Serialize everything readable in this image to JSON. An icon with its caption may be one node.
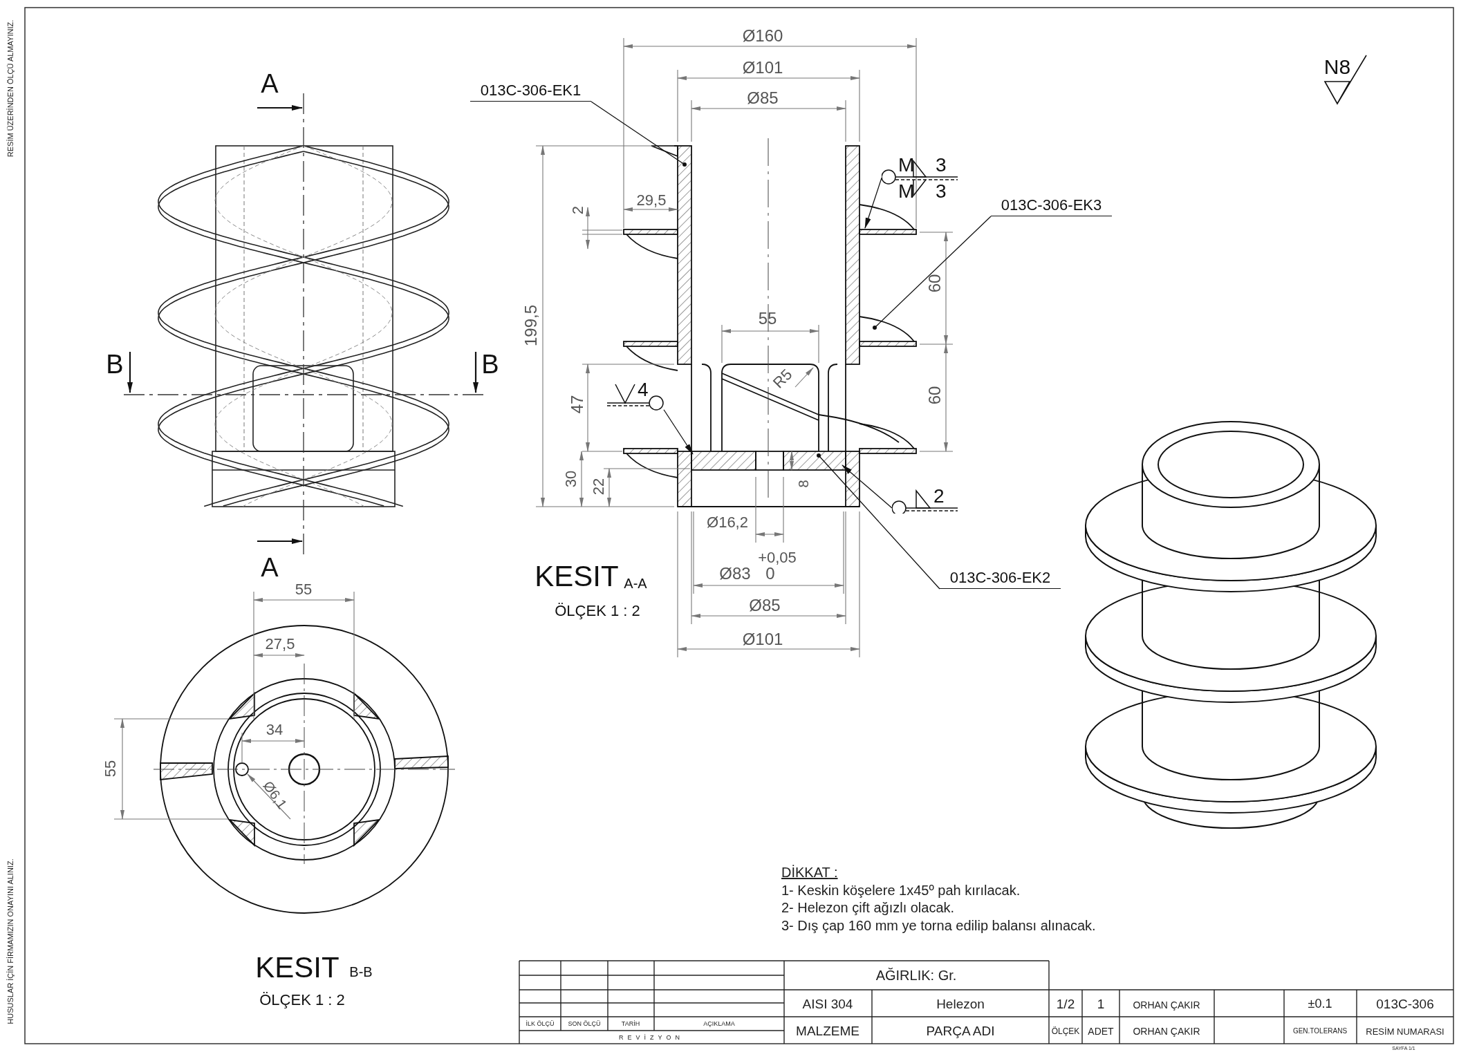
{
  "diagram": {
    "nodes": [
      {
        "text": [
          "013C-306-EK1"
        ]
      },
      {
        "text": [
          "M",
          "3",
          "M",
          "3"
        ]
      },
      {
        "text": [
          "013C-306-EK3"
        ]
      },
      {
        "text": [
          "4"
        ]
      },
      {
        "text": [
          "2"
        ]
      },
      {
        "text": [
          "013C-306-EK2"
        ]
      }
    ],
    "edges": [
      {
        "from": 0,
        "to": null,
        "arrow": "other"
      },
      {
        "from": 1,
        "to": null,
        "arrow": "to"
      },
      {
        "from": 2,
        "to": null,
        "arrow": "other"
      },
      {
        "from": 3,
        "to": null,
        "arrow": "to"
      },
      {
        "from": 4,
        "to": null,
        "arrow": "to"
      },
      {
        "from": 5,
        "to": null,
        "arrow": "other"
      }
    ],
    "labels": [
      "RESİM ÜZERİNDEN ÖLÇÜ ALMAYINIZ.",
      "Ø160",
      "Ø101",
      "Ø85",
      "N8",
      "A",
      "29,5",
      "2",
      "199,5",
      "60",
      "55",
      "B",
      "B",
      "R5",
      "47",
      "60",
      "30",
      "22",
      "8",
      "Ø16,2",
      "A",
      "+0,05",
      "KESIT",
      "A-A",
      "Ø83",
      "0",
      "ÖLÇEK 1 : 2",
      "55",
      "Ø85",
      "Ø101",
      "27,5",
      "34",
      "55",
      "Ø6,1",
      "DİKKAT :",
      "1- Keskin köşelere 1x45º pah kırılacak.",
      "2- Helezon çift ağızlı olacak.",
      "3- Dış çap 160 mm ye torna edilip balansı alınacak.",
      "KESIT",
      "B-B",
      "AĞIRLIK: Gr.",
      "ÖLÇEK 1 : 2",
      "AISI 304",
      "Helezon",
      "1/2",
      "1",
      "ORHAN ÇAKIR",
      "±0.1",
      "013C-306",
      "İLK ÖLÇÜ",
      "SON ÖLÇÜ",
      "TARİH",
      "AÇIKLAMA",
      "MALZEME",
      "PARÇA ADI",
      "ÖLÇEK",
      "ADET",
      "ORHAN ÇAKIR",
      "GEN.TOLERANS",
      "RESİM NUMARASI",
      "REVİZYON",
      "HUSUSLAR İÇİN FİRMAMIZIN ONAYINI ALINIZ.",
      "SAYFA 1/1"
    ]
  }
}
